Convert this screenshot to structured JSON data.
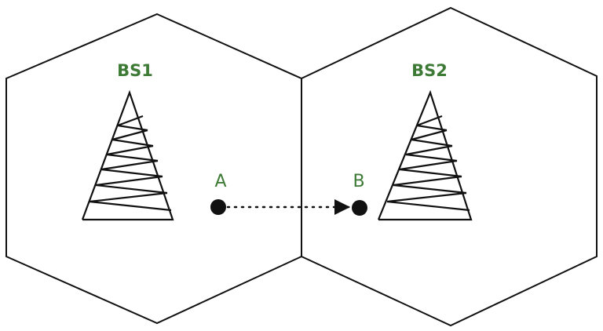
{
  "colors": {
    "label": "#3d7a35",
    "line": "#111111"
  },
  "cells": [
    {
      "name": "cell-bs1"
    },
    {
      "name": "cell-bs2"
    }
  ],
  "base_stations": [
    {
      "label": "BS1"
    },
    {
      "label": "BS2"
    }
  ],
  "points": {
    "a": {
      "label": "A"
    },
    "b": {
      "label": "B"
    }
  }
}
